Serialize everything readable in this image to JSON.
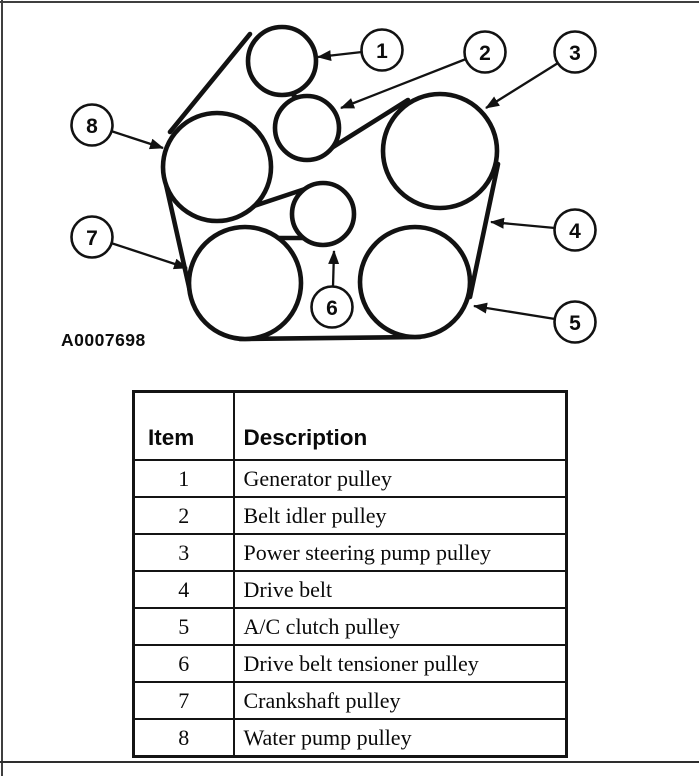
{
  "figure_code": "A0007698",
  "callouts": [
    "1",
    "2",
    "3",
    "4",
    "5",
    "6",
    "7",
    "8"
  ],
  "table": {
    "headers": {
      "item": "Item",
      "description": "Description"
    },
    "rows": [
      {
        "item": "1",
        "description": "Generator pulley"
      },
      {
        "item": "2",
        "description": "Belt idler pulley"
      },
      {
        "item": "3",
        "description": "Power steering pump pulley"
      },
      {
        "item": "4",
        "description": "Drive belt"
      },
      {
        "item": "5",
        "description": "A/C clutch pulley"
      },
      {
        "item": "6",
        "description": "Drive belt tensioner pulley"
      },
      {
        "item": "7",
        "description": "Crankshaft pulley"
      },
      {
        "item": "8",
        "description": "Water pump pulley"
      }
    ]
  },
  "colors": {
    "ink": "#121212",
    "background": "#ffffff"
  }
}
